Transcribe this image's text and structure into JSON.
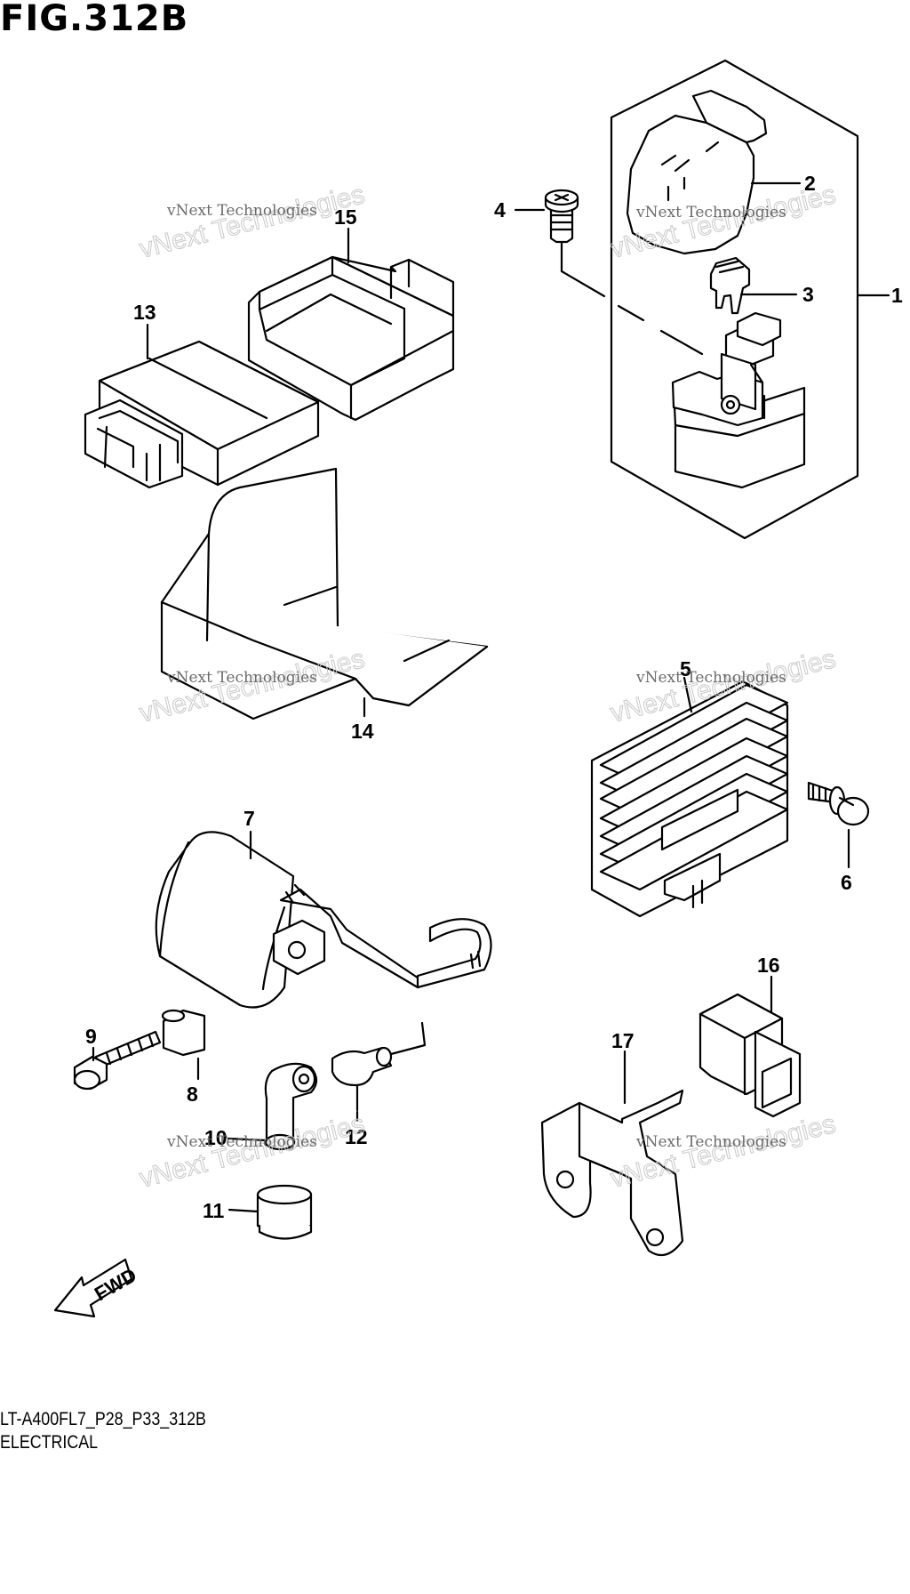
{
  "figure": {
    "title": "FIG.312B",
    "model_code": "LT-A400FL7_P28_P33_312B",
    "section": "ELECTRICAL"
  },
  "callouts": [
    "1",
    "2",
    "3",
    "4",
    "5",
    "6",
    "7",
    "8",
    "9",
    "10",
    "11",
    "12",
    "13",
    "14",
    "15",
    "16",
    "17"
  ],
  "watermark": {
    "line1": "vNext Technologies",
    "line2": "vNext Technologies"
  },
  "direction_arrow": {
    "label": "FWD"
  },
  "colors": {
    "ink": "#000000",
    "paper": "#ffffff",
    "watermark": "#c9c9c9"
  }
}
